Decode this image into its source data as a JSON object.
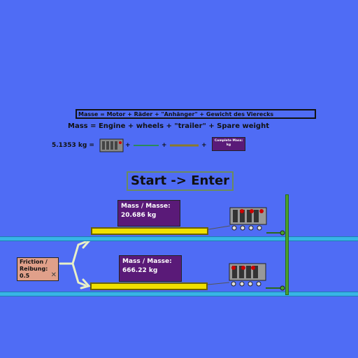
{
  "formula": {
    "german": "Masse = Motor + Räder + \"Anhänger\" + Gewicht des Vierecks",
    "english": "Mass = Engine + wheels + \"trailer\" + Spare weight",
    "mass_value": "5.1353 kg =",
    "plus": "+",
    "complete_mass_label": "Complete Mass:",
    "complete_mass_unit": "kg"
  },
  "start_button": {
    "label": "Start -> Enter"
  },
  "cart_top": {
    "mass_title": "Mass / Masse:",
    "mass_value": "20.686 kg"
  },
  "cart_bottom": {
    "mass_title": "Mass / Masse:",
    "mass_value": "666.22 kg"
  },
  "friction": {
    "label_en": "Friction /",
    "label_de": "Reibung:",
    "value": "0.5"
  },
  "colors": {
    "background": "#4f6cf5",
    "track": "#37b4e6",
    "block": "#f0e000",
    "mass_label": "#5a1a78",
    "pole": "#4aa02c",
    "friction_box": "#e0a08a"
  }
}
